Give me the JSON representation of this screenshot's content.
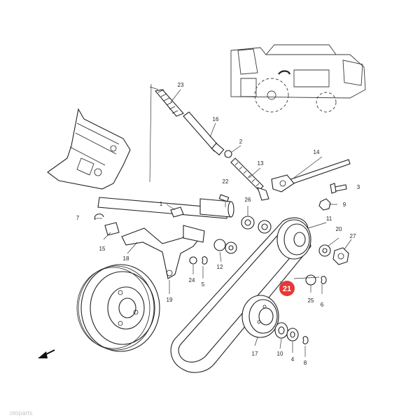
{
  "callouts": {
    "c1": "1",
    "c2": "2",
    "c3": "3",
    "c4": "4",
    "c5": "5",
    "c6": "6",
    "c7": "7",
    "c8": "8",
    "c9": "9",
    "c10": "10",
    "c11": "11",
    "c12": "12",
    "c13": "13",
    "c14": "14",
    "c15": "15",
    "c16": "16",
    "c17": "17",
    "c18": "18",
    "c19": "19",
    "c20": "20",
    "c21": "21",
    "c22": "22",
    "c23": "23",
    "c24": "24",
    "c25": "25",
    "c26": "26",
    "c27": "27"
  },
  "highlight": {
    "label": "21",
    "color": "#e53935",
    "text_color": "#ffffff"
  },
  "watermark": "otoparts"
}
